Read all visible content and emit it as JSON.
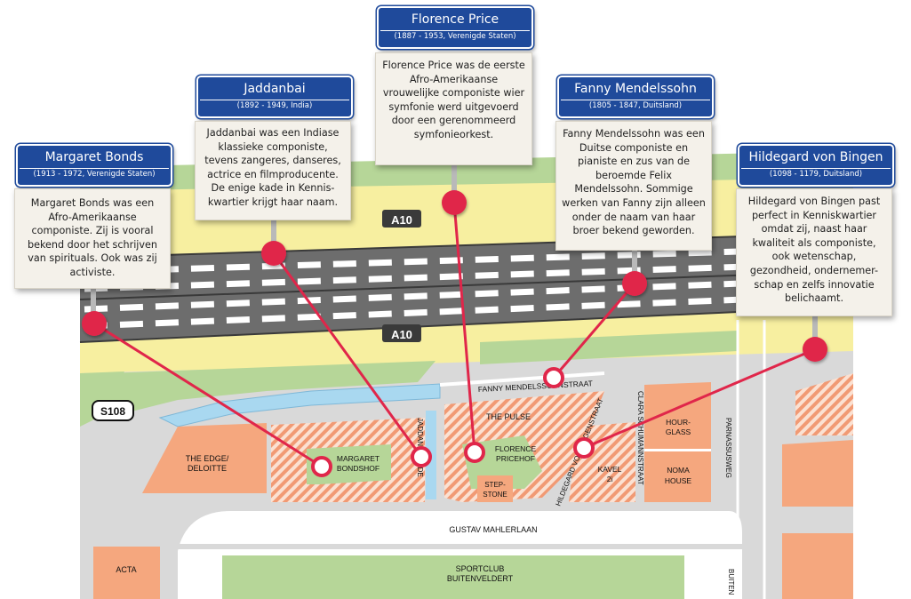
{
  "figures": [
    {
      "name": "Margaret Bonds",
      "dates": "(1913 - 1972, Verenigde Staten)",
      "text": "Margaret Bonds was een Afro-Amerikaanse componiste. Zij is vooral bekend door het schrijven van spirituals. Ook was zij activiste."
    },
    {
      "name": "Jaddanbai",
      "dates": "(1892 - 1949, India)",
      "text": "Jaddanbai was een Indiase klassieke componiste, tevens zangeres, danseres, actrice en filmproducente. De enige kade in Kennis-kwartier krijgt haar naam."
    },
    {
      "name": "Florence Price",
      "dates": "(1887 - 1953, Verenigde Staten)",
      "text": "Florence Price was de eerste Afro-Amerikaanse vrouwelijke componiste wier symfonie werd uitgevoerd door een gerenommeerd symfonieorkest."
    },
    {
      "name": "Fanny Mendelssohn",
      "dates": "(1805 - 1847, Duitsland)",
      "text": "Fanny Mendelssohn was een Duitse componiste en pianiste en zus van de beroemde Felix Mendelssohn. Sommige werken van Fanny zijn alleen onder de naam van haar broer bekend geworden."
    },
    {
      "name": "Hildegard von Bingen",
      "dates": "(1098 - 1179, Duitsland)",
      "text": "Hildegard von Bingen past perfect in Kenniskwartier omdat zij, naast haar kwaliteit als componiste, ook wetenschap, gezondheid, ondernemer-schap en zelfs innovatie belichaamt."
    }
  ],
  "map": {
    "road_a10_top": "A10",
    "road_a10_bottom": "A10",
    "route_s108": "S108",
    "street_fanny": "FANNY MENDELSSOHNSTRAAT",
    "street_jaddanbai": "JADDANBAIKADE",
    "street_clara": "CLARA SCHUMANNSTRAAT",
    "street_hildegard": "HILDEGARD VON BINGENSTRAAT",
    "street_parnassus": "PARNASSUSWEG",
    "street_mahler": "GUSTAV MAHLERLAAN",
    "street_buitenveldert": "BUITEN",
    "building_edge_1": "THE EDGE/",
    "building_edge_2": "DELOITTE",
    "building_bondshof_1": "MARGARET",
    "building_bondshof_2": "BONDSHOF",
    "building_pulse": "THE PULSE",
    "building_pricehof_1": "FLORENCE",
    "building_pricehof_2": "PRICEHOF",
    "building_stepstone_1": "STEP-",
    "building_stepstone_2": "STONE",
    "building_kavel_1": "KAVEL",
    "building_kavel_2": "2i",
    "building_hourglass_1": "HOUR-",
    "building_hourglass_2": "GLASS",
    "building_noma_1": "NOMA",
    "building_noma_2": "HOUSE",
    "building_acta": "ACTA",
    "building_sportclub_1": "SPORTCLUB",
    "building_sportclub_2": "BUITENVELDERT"
  },
  "colors": {
    "sign_blue": "#1f4a9b",
    "marker_red": "#e0264a",
    "building_orange": "#f5a77e",
    "park_green": "#b6d698",
    "canal_blue": "#a9d8f0",
    "road_yellow": "#f7efa0"
  }
}
